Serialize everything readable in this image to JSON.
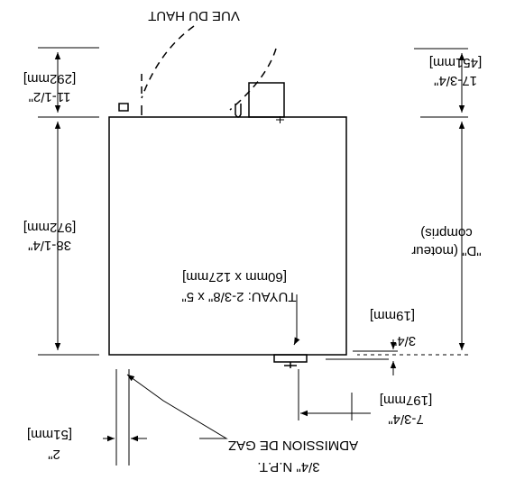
{
  "diagram": {
    "stroke_color": "#000000",
    "background": "#ffffff",
    "orientation": "rotated 180 degrees",
    "labels": {
      "top_view": "VUE DU HAUT",
      "height_imperial": "38-1/4\"",
      "height_metric": "[972mm]",
      "flue_height_imperial": "11-1/2\"",
      "flue_height_metric": "[292mm]",
      "door_clearance_imperial": "17-3/4\"",
      "door_clearance_metric": "[451mm]",
      "depth_d_line1": "\"D\" (moteur",
      "depth_d_line2": "compris)",
      "vent_line1": "TUYAU: 2-3/8\" x 5\"",
      "vent_line2": "[60mm x 127mm]",
      "offset_imperial": "3/4\"",
      "offset_metric": "[19mm]",
      "gas_side_imperial": "7-3/4\"",
      "gas_side_metric": "[197mm]",
      "gas_inlet_line1": "ADMISSION DE GAZ",
      "gas_inlet_line2": "3/4\" N.P.T.",
      "gas_offset_imperial": "2\"",
      "gas_offset_metric": "[51mm]"
    }
  }
}
